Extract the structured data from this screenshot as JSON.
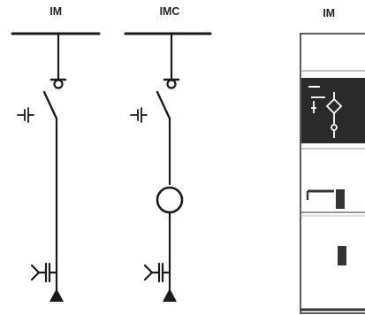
{
  "diagram": {
    "panels": [
      {
        "id": "im",
        "label": "IM"
      },
      {
        "id": "imc",
        "label": "IMC"
      }
    ],
    "cubicle": {
      "label": "IM"
    },
    "colors": {
      "ink": "#1a1a1a",
      "panel_dark": "#2a2a2a",
      "panel_light": "#ffffff"
    }
  }
}
